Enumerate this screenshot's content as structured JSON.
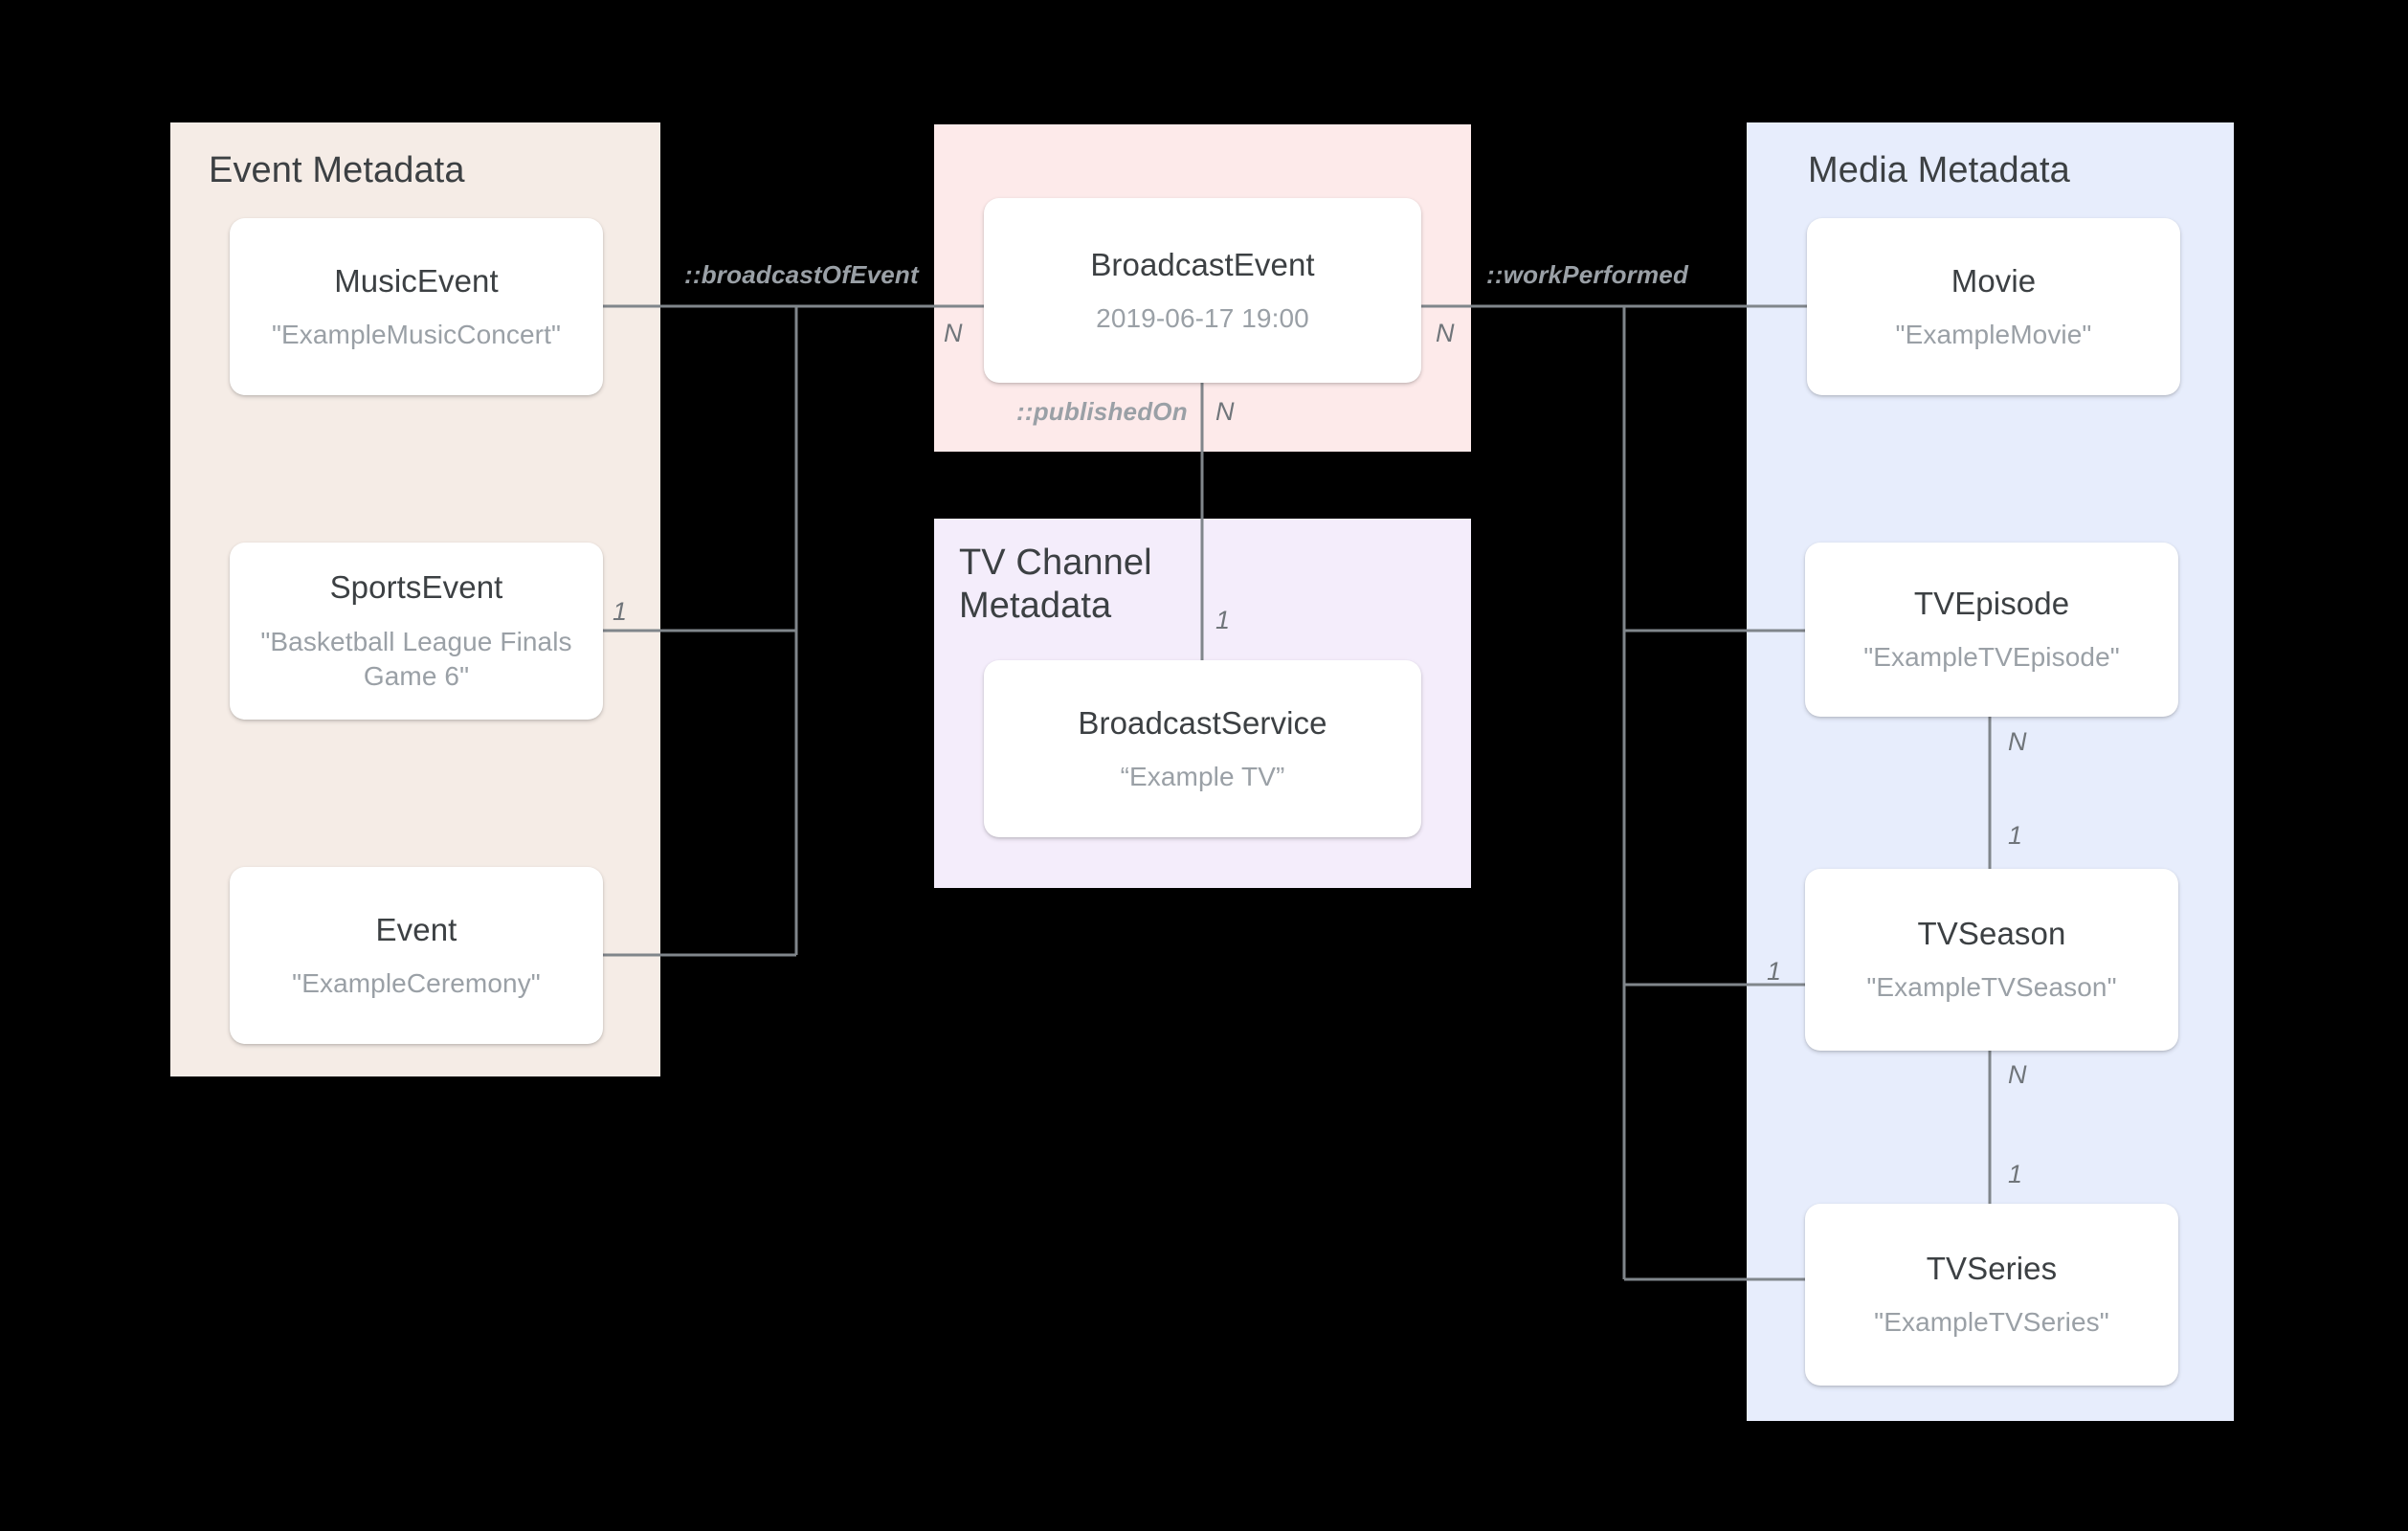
{
  "diagram": {
    "title": "Broadcast schema entity relationship diagram",
    "background": "#000000",
    "colors": {
      "event_group": "#f5ece6",
      "broadcast_group": "#fdeaea",
      "tvchannel_group": "#f4edfb",
      "media_group": "#e7edfc",
      "node_fill": "#ffffff",
      "node_title": "#3c4043",
      "node_sub": "#9aa0a6",
      "edge_line": "#80868b",
      "edge_label": "#9aa0a6"
    }
  },
  "groups": {
    "event": {
      "title": "Event Metadata"
    },
    "broadcast": {
      "title": ""
    },
    "tvchannel": {
      "title": "TV Channel\nMetadata"
    },
    "media": {
      "title": "Media Metadata"
    }
  },
  "nodes": {
    "music_event": {
      "title": "MusicEvent",
      "value": "\"ExampleMusicConcert\""
    },
    "sports_event": {
      "title": "SportsEvent",
      "value": "\"Basketball League Finals Game 6\""
    },
    "event": {
      "title": "Event",
      "value": "\"ExampleCeremony\""
    },
    "broadcast_event": {
      "title": "BroadcastEvent",
      "value": "2019-06-17 19:00"
    },
    "broadcast_service": {
      "title": "BroadcastService",
      "value": "“Example TV”"
    },
    "movie": {
      "title": "Movie",
      "value": "\"ExampleMovie\""
    },
    "tv_episode": {
      "title": "TVEpisode",
      "value": "\"ExampleTVEpisode\""
    },
    "tv_season": {
      "title": "TVSeason",
      "value": "\"ExampleTVSeason\""
    },
    "tv_series": {
      "title": "TVSeries",
      "value": "\"ExampleTVSeries\""
    }
  },
  "edges": {
    "broadcast_of_event": {
      "label": "::broadcastOfEvent",
      "source_cardinality": "1",
      "target_cardinality": "N"
    },
    "work_performed": {
      "label": "::workPerformed",
      "source_cardinality": "N",
      "target_cardinality": "1"
    },
    "published_on": {
      "label": "::publishedOn",
      "source_cardinality": "N",
      "target_cardinality": "1"
    },
    "episode_to_season": {
      "source_cardinality": "N",
      "target_cardinality": "1"
    },
    "season_to_series": {
      "source_cardinality": "N",
      "target_cardinality": "1"
    }
  }
}
